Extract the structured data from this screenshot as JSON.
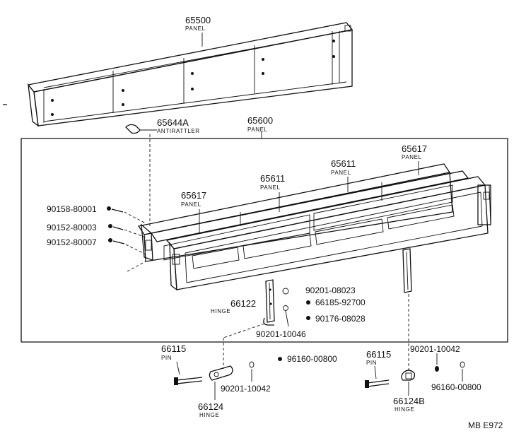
{
  "callouts": {
    "c65500": {
      "part": "65500",
      "name": "PANEL"
    },
    "c65644a": {
      "part": "65644A",
      "name": "ANTIRATTLER"
    },
    "c65600": {
      "part": "65600",
      "name": "PANEL"
    },
    "c65617a": {
      "part": "65617",
      "name": "PANEL"
    },
    "c65611a": {
      "part": "65611",
      "name": "PANEL"
    },
    "c65611b": {
      "part": "65611",
      "name": "PANEL"
    },
    "c65617b": {
      "part": "65617",
      "name": "PANEL"
    },
    "c66122": {
      "part": "66122",
      "name": "HINGE"
    },
    "c66115a": {
      "part": "66115",
      "name": "PIN"
    },
    "c66115b": {
      "part": "66115",
      "name": "PIN"
    },
    "c66124": {
      "part": "66124",
      "name": "HINGE"
    },
    "c66124b": {
      "part": "66124B",
      "name": "HINGE"
    }
  },
  "codes": {
    "k90158": "90158-80001",
    "k90152a": "90152-80003",
    "k90152b": "90152-80007",
    "k90201a": "90201-08023",
    "k66185": "66185-92700",
    "k90176": "90176-08028",
    "k90201b": "90201-10046",
    "k96160a": "96160-00800",
    "k90201c": "90201-10042",
    "k90201d": "90201-10042",
    "k96160b": "96160-00800"
  },
  "footer": {
    "ref": "MB E972"
  }
}
